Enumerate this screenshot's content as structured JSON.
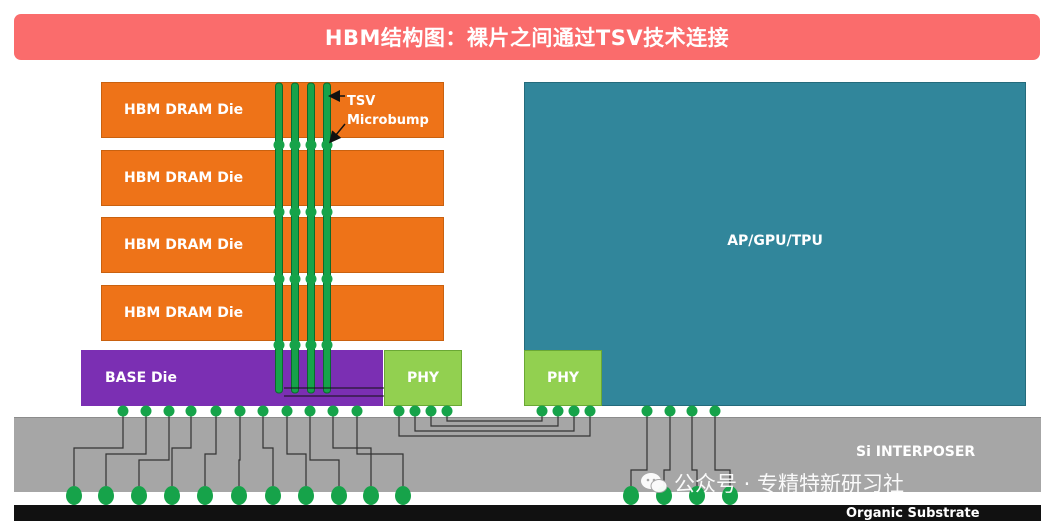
{
  "title": "HBM结构图：裸片之间通过TSV技术连接",
  "dram_dies": [
    {
      "label": "HBM DRAM Die"
    },
    {
      "label": "HBM DRAM Die"
    },
    {
      "label": "HBM DRAM Die"
    },
    {
      "label": "HBM DRAM Die"
    }
  ],
  "base_die": {
    "label": "BASE Die"
  },
  "phy_left": {
    "label": "PHY"
  },
  "phy_right": {
    "label": "PHY"
  },
  "processor": {
    "label": "AP/GPU/TPU"
  },
  "interposer": {
    "label": "Si INTERPOSER"
  },
  "substrate": {
    "label": "Organic Substrate"
  },
  "callouts": {
    "tsv": "TSV",
    "microbump": "Microbump"
  },
  "watermark": {
    "text": "公众号 · 专精特新研习社",
    "icon": "wechat-icon"
  },
  "colors": {
    "title_bar": "#fa6c6c",
    "dram": "#ee7318",
    "base_die": "#7b2fb3",
    "phy": "#92d050",
    "processor": "#31869b",
    "interposer": "#a6a6a6",
    "substrate": "#111111",
    "bump": "#16a34a"
  }
}
